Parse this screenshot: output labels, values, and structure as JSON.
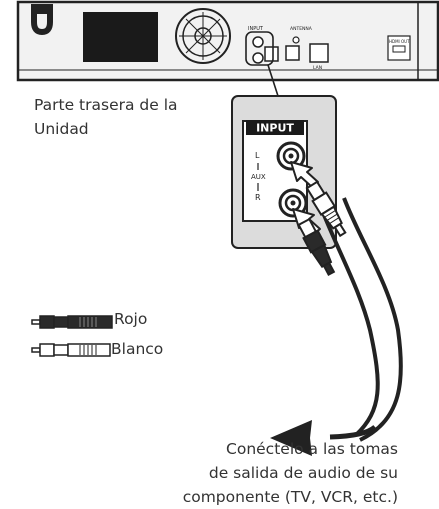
{
  "unit_panel": {
    "input_label": "INPUT",
    "antenna_label": "ANTENNA",
    "lan_label": "LAN",
    "hdmi_label": "HDMI OUT"
  },
  "zoom_panel": {
    "input_label": "INPUT",
    "l_label": "L",
    "aux_label": "AUX",
    "r_label": "R"
  },
  "captions": {
    "unit_line1": "Parte trasera de la",
    "unit_line2": "Unidad",
    "connect_line1": "Conéctelo a las tomas",
    "connect_line2": "de salida de audio de su",
    "connect_line3": "componente (TV, VCR, etc.)"
  },
  "legend": {
    "red_label": "Rojo",
    "white_label": "Blanco"
  },
  "colors": {
    "outline": "#222222",
    "panel_fill": "#f2f2f2",
    "display": "#1a1a1a",
    "callout": "#dcdcdc",
    "plug_dark": "#2a2a2a",
    "plug_light": "#ffffff"
  }
}
